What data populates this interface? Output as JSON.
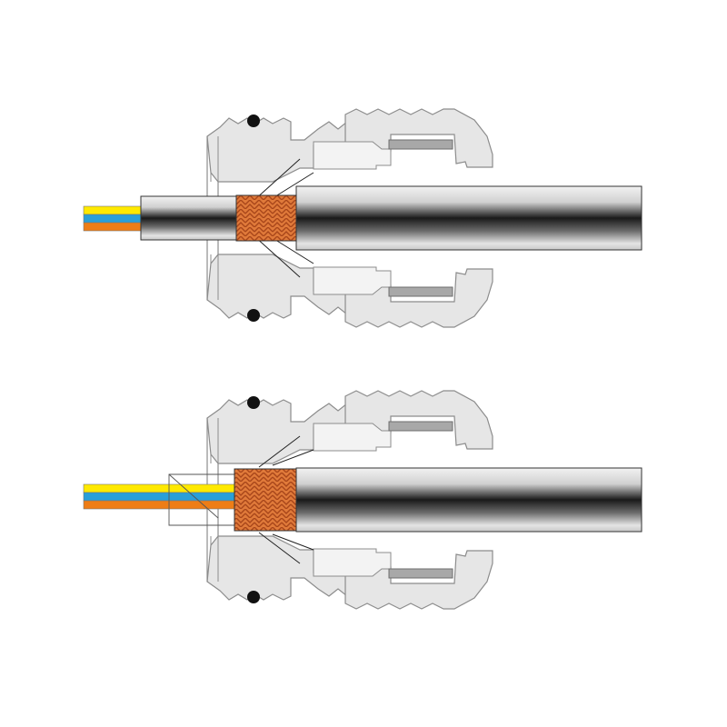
{
  "colors": {
    "background": "#ffffff",
    "wire_yellow": "#ffe900",
    "wire_blue": "#2a9fd8",
    "wire_orange": "#ee7d16",
    "braid_fill": "#e07a3a",
    "braid_line": "#a8461a",
    "gland_fill": "#e6e6e6",
    "gland_stroke": "#8c8c8c",
    "insert_fill": "#a8a8a8",
    "oring": "#111111"
  },
  "assemblies": [
    {
      "id": "top",
      "state": "open-cone"
    },
    {
      "id": "bottom",
      "state": "clamped-cone"
    }
  ],
  "icons": [
    "cable-gland",
    "shielded-cable",
    "braid-shield",
    "o-ring",
    "core-wires"
  ]
}
